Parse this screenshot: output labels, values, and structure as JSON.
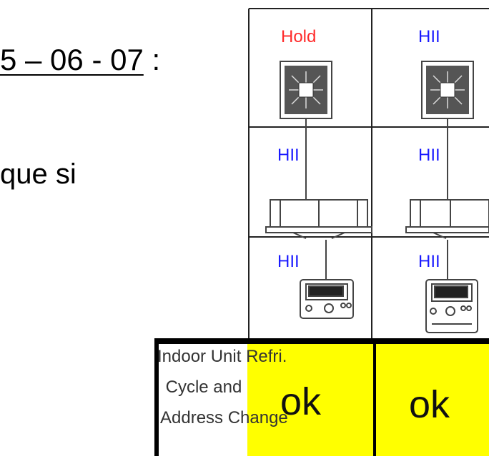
{
  "header_text": {
    "prefix": "5 – 06 - 07",
    "suffix": " :"
  },
  "body_text": "que si",
  "grid": {
    "outdoor_labels": [
      "Hold",
      "HII"
    ],
    "indoor_labels": [
      "HII",
      "HII"
    ],
    "remote_labels": [
      "HII",
      "HII"
    ]
  },
  "result_row": {
    "label_lines": [
      "Indoor Unit Refri.",
      "Cycle and",
      "Address Change"
    ],
    "results": [
      "ok",
      "ok"
    ],
    "highlight_color": "#ffff00"
  },
  "colors": {
    "hold_label": "#ff2a2a",
    "hii_label": "#1a1aff"
  }
}
